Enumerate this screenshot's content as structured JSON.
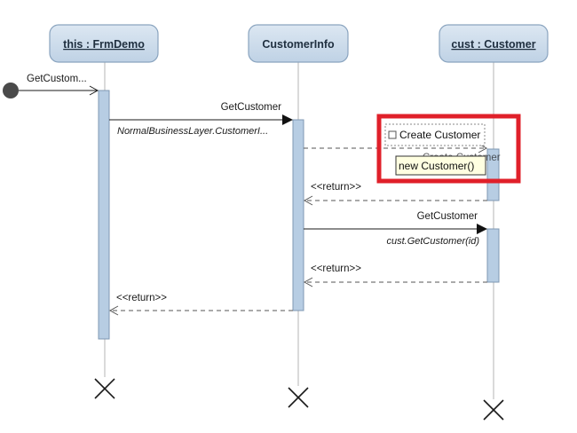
{
  "lifelines": [
    {
      "name": "this : FrmDemo",
      "underline": true
    },
    {
      "name": "CustomerInfo",
      "underline": false
    },
    {
      "name": "cust : Customer",
      "underline": true
    }
  ],
  "messages": {
    "get_customer_incoming": "GetCustom...",
    "get_customer_1": "GetCustomer",
    "get_customer_1_detail": "NormalBusinessLayer.CustomerI...",
    "create_customer_hidden": "Create Customer",
    "return_1": "<<return>>",
    "get_customer_2": "GetCustomer",
    "get_customer_2_detail": "cust.GetCustomer(id)",
    "return_2": "<<return>>",
    "return_3": "<<return>>"
  },
  "editor": {
    "message_chip": "Create Customer",
    "tooltip": "new Customer()",
    "highlight_color": "#e0202a"
  },
  "colors": {
    "header_fill": "#c5d7e8",
    "header_stroke": "#8aa4bf",
    "activation_fill": "#b7cde3",
    "activation_stroke": "#7f98b3",
    "lifeline": "#b4b4b4",
    "found_dot": "#4a4a4a"
  }
}
